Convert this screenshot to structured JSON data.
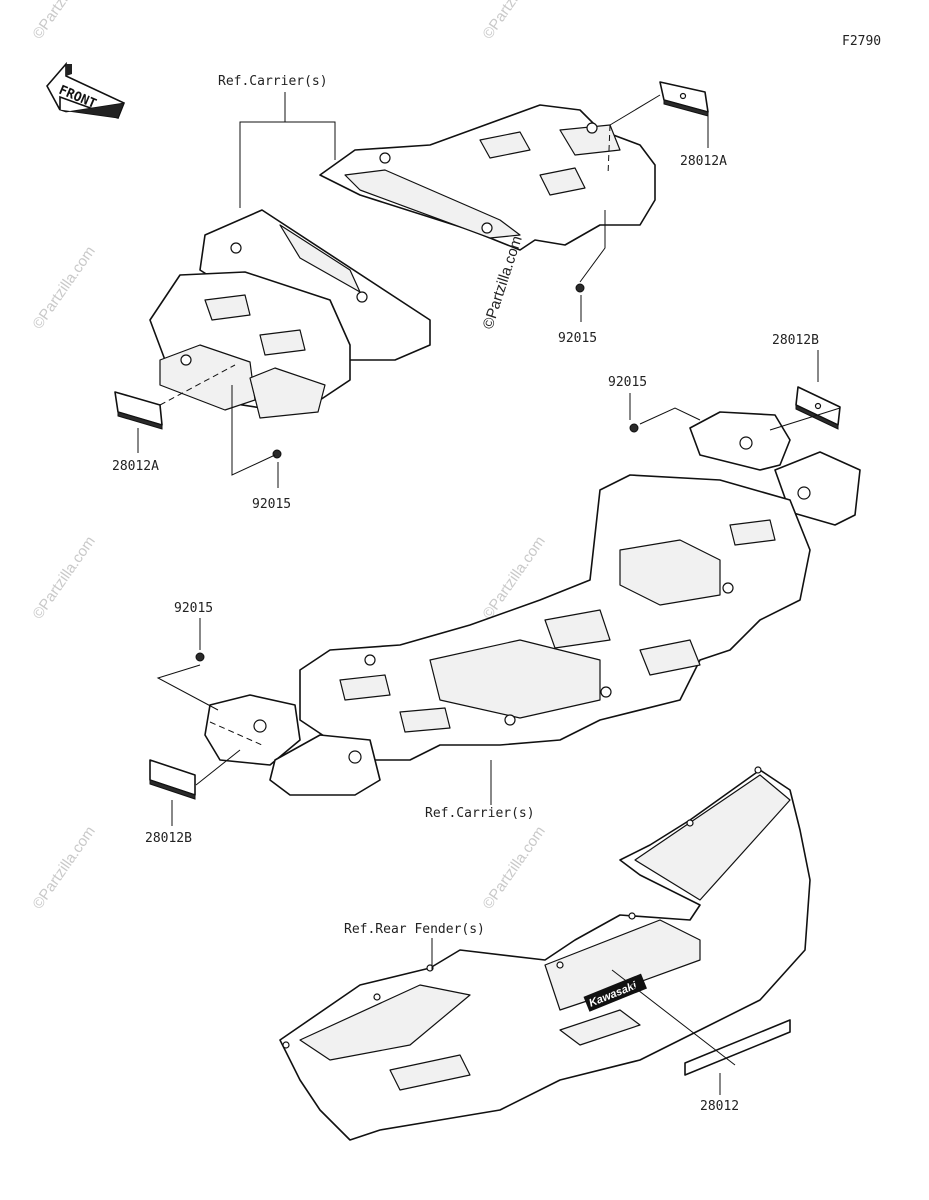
{
  "figure_code": "F2790",
  "front_label": "FRONT",
  "refs": {
    "carrier_top": "Ref.Carrier(s)",
    "carrier_bottom": "Ref.Carrier(s)",
    "rear_fender": "Ref.Rear Fender(s)"
  },
  "parts": {
    "p1": "28012A",
    "p2": "92015",
    "p3": "28012A",
    "p4": "92015",
    "p5": "28012B",
    "p6": "92015",
    "p7": "92015",
    "p8": "28012B",
    "p9": "28012"
  },
  "watermark": {
    "text": "©Partzilla.com",
    "main_text": "©Partzilla.com"
  },
  "fender_logo": "Kawasaki"
}
